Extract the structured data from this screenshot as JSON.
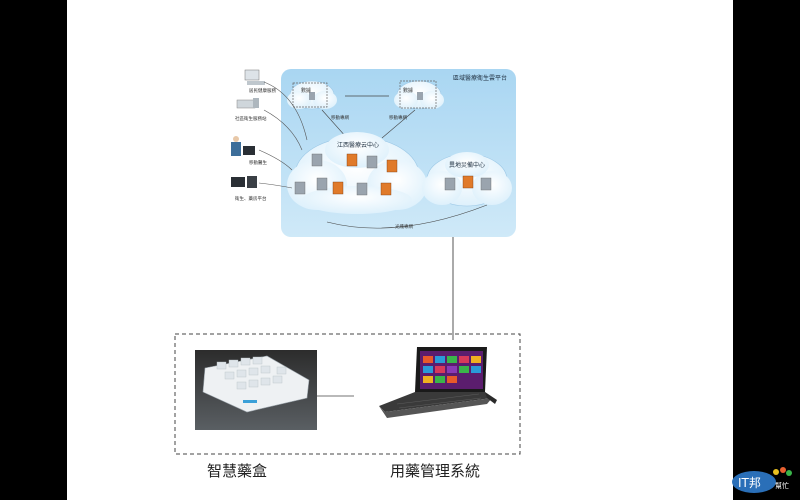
{
  "cloud_platform": {
    "title": "區域醫療衛生雲平台",
    "main_center": "江西醫療云中心",
    "backup_center": "異地災備中心",
    "data_server_left": "數據",
    "data_server_right": "數據",
    "link_left": "移動專網",
    "link_right": "移動專網",
    "bottom_link": "光纖專網",
    "clients": [
      {
        "label": "居民健康服務",
        "icon": "desktop-computer-icon"
      },
      {
        "label": "社區衛生服務站",
        "icon": "printer-terminal-icon"
      },
      {
        "label": "移動醫生",
        "icon": "doctor-workstation-icon"
      },
      {
        "label": "衛生、藥房平台",
        "icon": "tablet-terminal-icon"
      }
    ]
  },
  "devices": {
    "pillbox_label": "智慧藥盒",
    "system_label": "用藥管理系統"
  },
  "watermark": {
    "brand": "IT邦",
    "sub": "幫忙"
  },
  "colors": {
    "platform_bg": "#bfe0f5",
    "cloud_fill": "#ffffff",
    "server_orange": "#e07a2a",
    "server_gray": "#9aa4ae",
    "slide_bg": "#ffffff",
    "frame_bg": "#000000"
  }
}
